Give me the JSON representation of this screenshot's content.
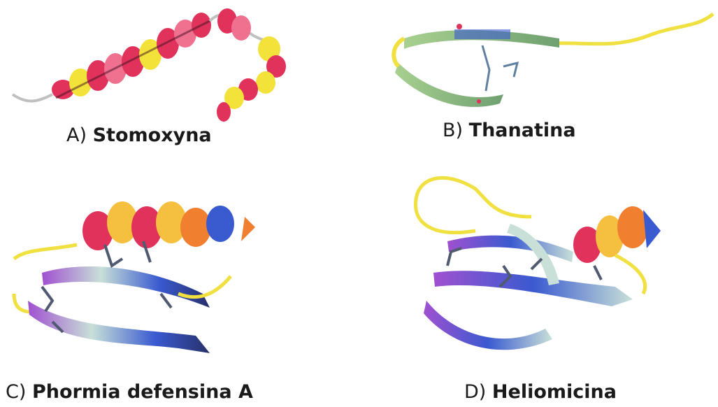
{
  "panels": [
    {
      "letter": "A)",
      "name": "Stomoxyna"
    },
    {
      "letter": "B)",
      "name": "Thanatina"
    },
    {
      "letter": "C)",
      "name": "Phormia defensina A"
    },
    {
      "letter": "D)",
      "name": "Heliomicina"
    }
  ],
  "colors": {
    "helix_red": "#e0325a",
    "helix_yellow": "#f2e23a",
    "helix_orange": "#f0a030",
    "strand_blue": "#3a5ad0",
    "strand_purple": "#a050d0",
    "strand_green": "#9cc890",
    "pale_teal": "#c8e0d8",
    "coil_yellow": "#f0e040",
    "coil_grey": "#c0c0c0",
    "sidechain": "#6080a0"
  }
}
